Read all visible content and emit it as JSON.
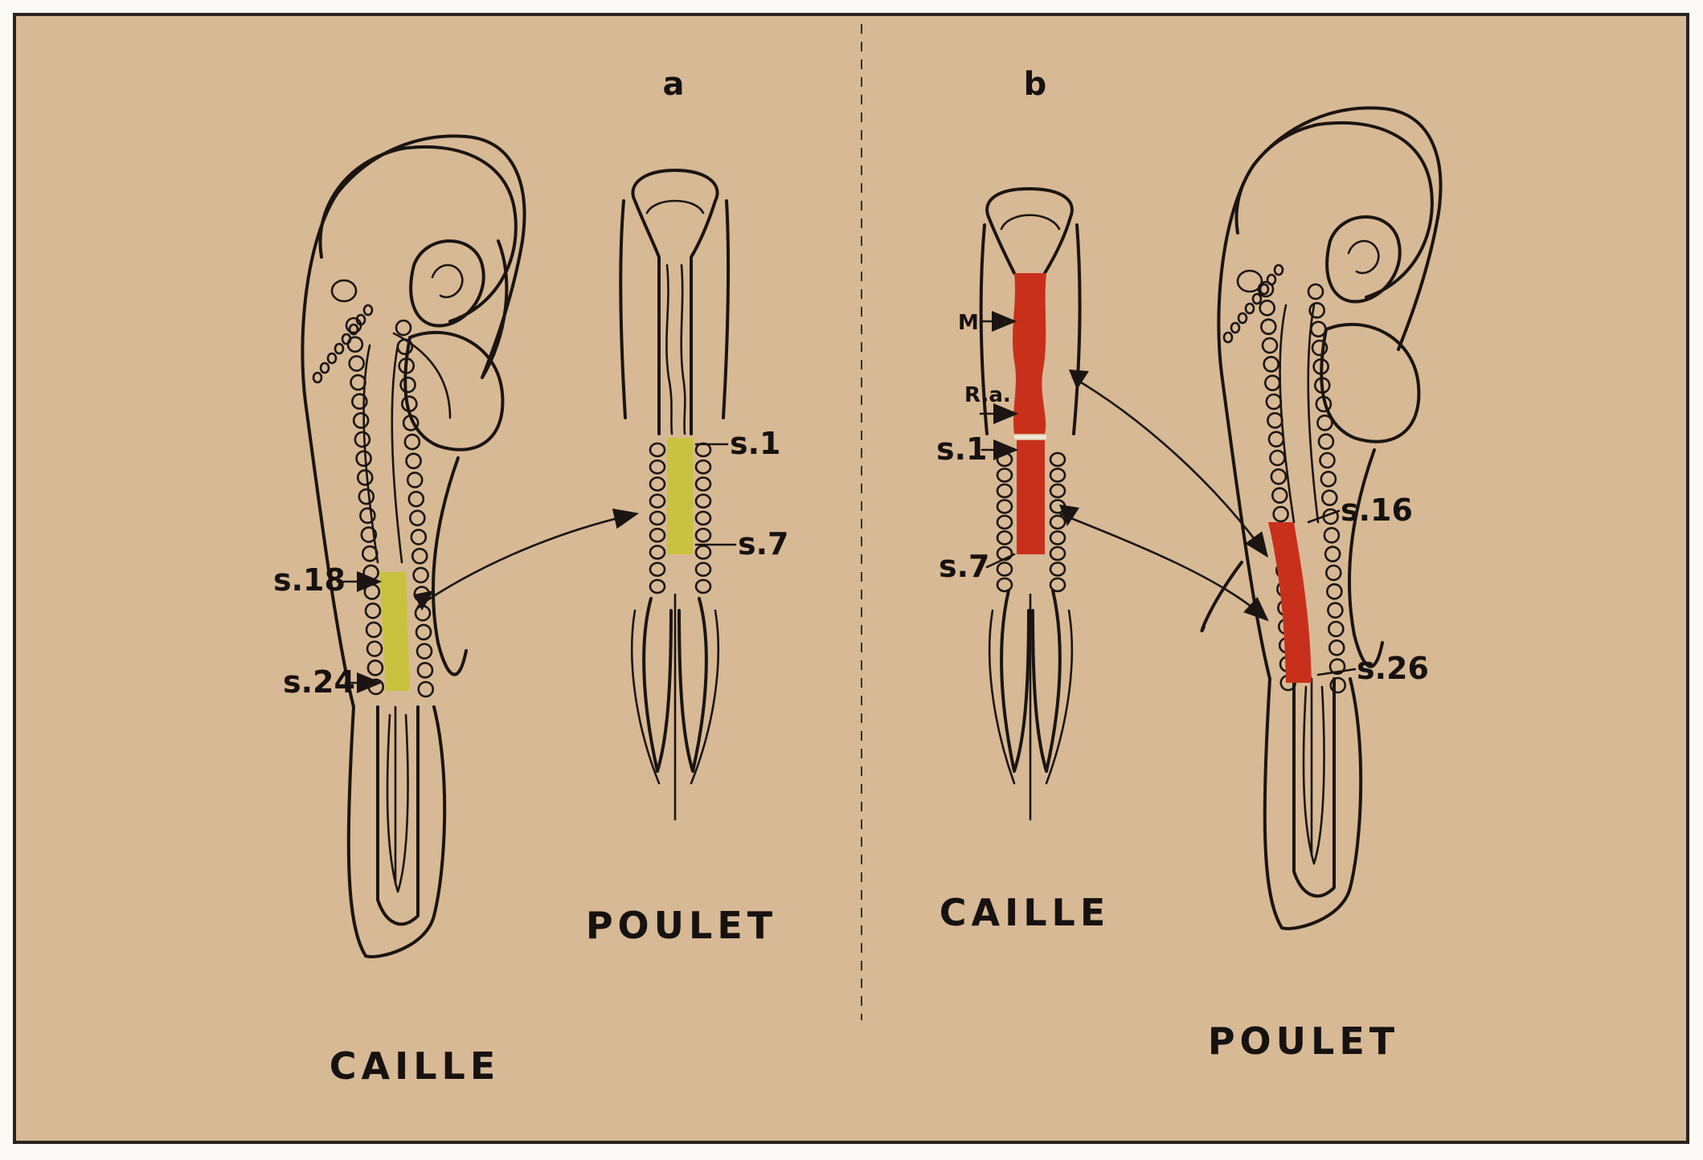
{
  "panels": {
    "a": {
      "letter": "a",
      "donor": "CAILLE",
      "host": "POULET",
      "donor_labels": {
        "start": "s.18",
        "end": "s.24"
      },
      "host_labels": {
        "start": "s.1",
        "end": "s.7"
      },
      "graft_color": "#c9c23e"
    },
    "b": {
      "letter": "b",
      "donor": "CAILLE",
      "host": "POULET",
      "donor_labels": {
        "m": "M",
        "ra": "R.a.",
        "start": "s.1",
        "end": "s.7"
      },
      "host_labels": {
        "start": "s.16",
        "end": "s.26"
      },
      "graft_color": "#c8301c"
    }
  },
  "colors": {
    "paper": "#d7b995",
    "frame": "#2a2420",
    "ink": "#1a1512"
  }
}
